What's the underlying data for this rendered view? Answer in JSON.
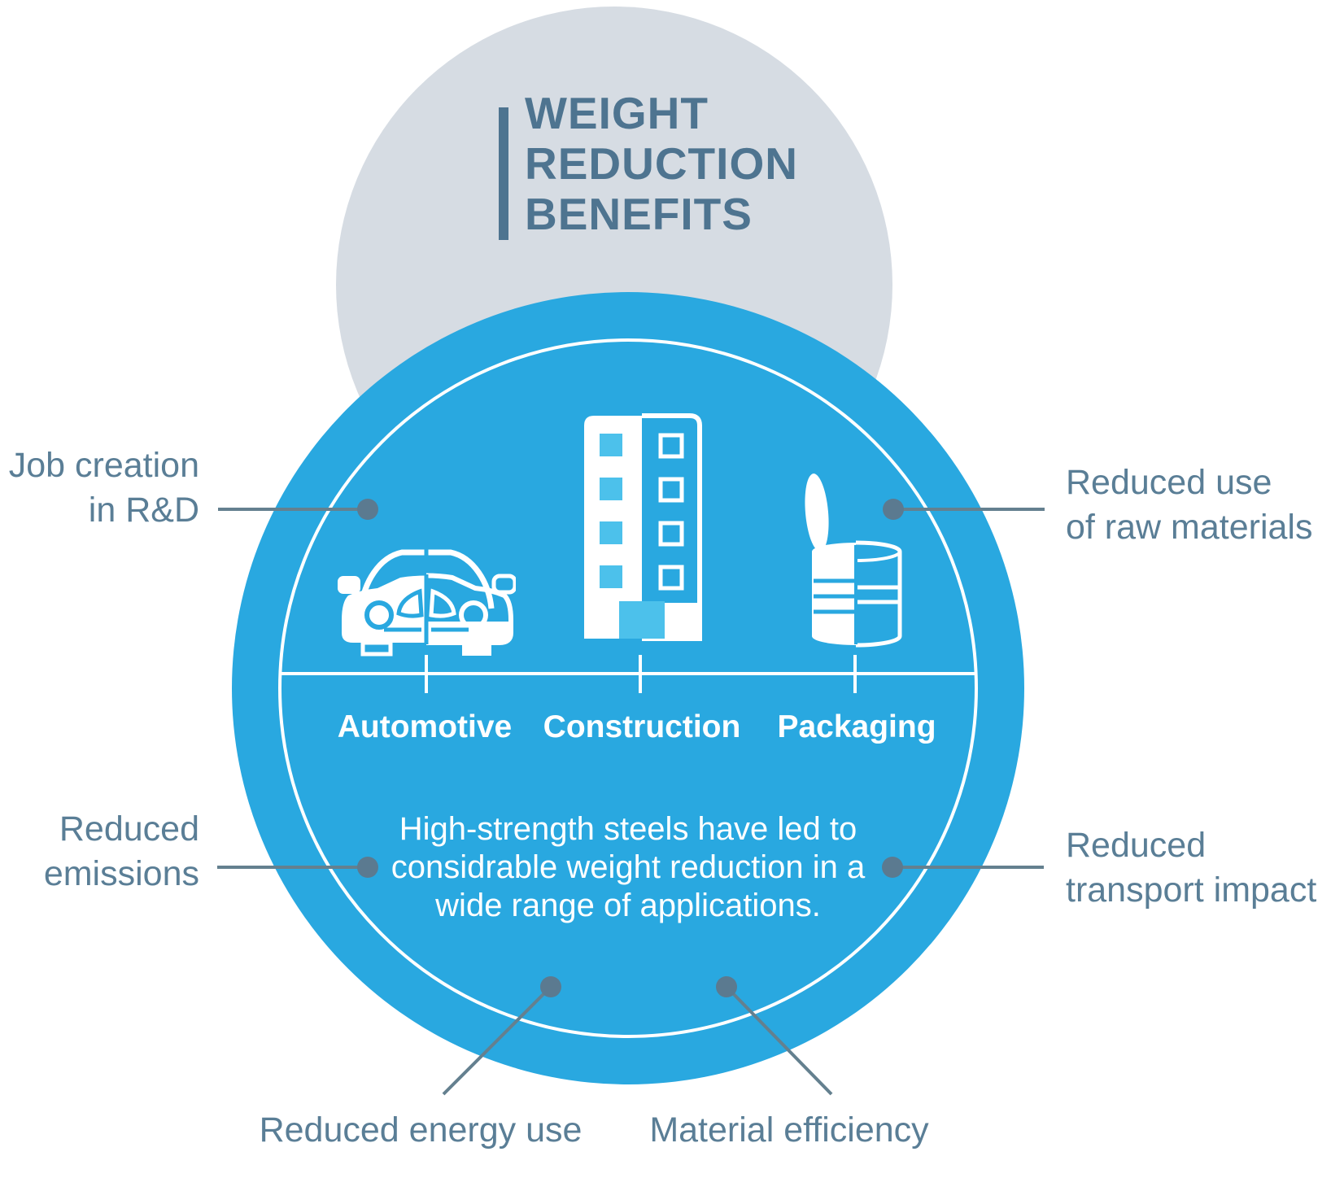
{
  "title": "WEIGHT\nREDUCTION\nBENEFITS",
  "center_text": "High-strength steels have led to\nconsidrable weight reduction in a\nwide range of applications.",
  "categories": [
    {
      "label": "Automotive",
      "icon": "car-icon"
    },
    {
      "label": "Construction",
      "icon": "building-icon"
    },
    {
      "label": "Packaging",
      "icon": "open-can-icon"
    }
  ],
  "benefits": [
    {
      "position": "left-top",
      "label": "Job creation\nin R&D"
    },
    {
      "position": "right-top",
      "label": "Reduced use\nof raw materials"
    },
    {
      "position": "left-middle",
      "label": "Reduced\nemissions"
    },
    {
      "position": "right-middle",
      "label": "Reduced\ntransport impact"
    },
    {
      "position": "bottom-left",
      "label": "Reduced energy use"
    },
    {
      "position": "bottom-right",
      "label": "Material efficiency"
    }
  ],
  "colors": {
    "circle_blue": "#29a8e0",
    "window_blue": "#4cc1eb",
    "gray_circle": "#d6dce3",
    "title_slate": "#4e7490",
    "label_slate": "#5a7e96",
    "connector_gray": "#64808f",
    "white": "#ffffff"
  }
}
